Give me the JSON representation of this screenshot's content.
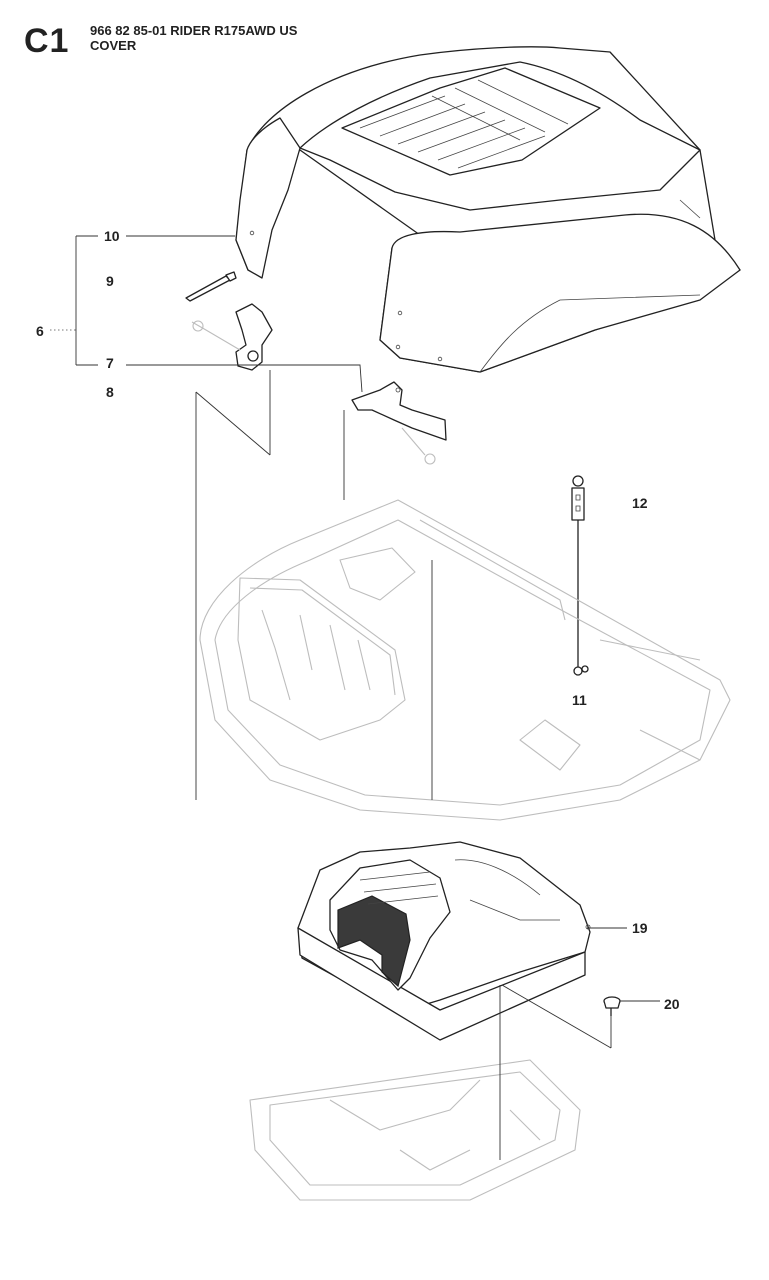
{
  "header": {
    "section_code": "C1",
    "line1": "966 82 85-01 RIDER R175AWD US",
    "line2": "COVER"
  },
  "callouts": {
    "c6": "6",
    "c7": "7",
    "c8": "8",
    "c9": "9",
    "c10": "10",
    "c11": "11",
    "c12": "12",
    "c19": "19",
    "c20": "20"
  }
}
